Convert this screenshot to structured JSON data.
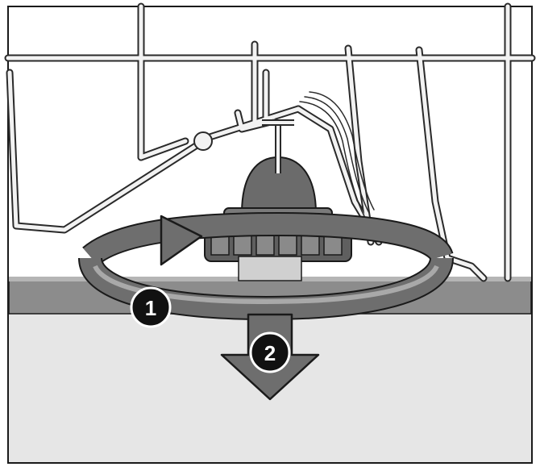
{
  "colors": {
    "background": "#ffffff",
    "frame": "#1a1a1a",
    "rack_wire": "#f2f2f2",
    "rack_outline": "#2a2a2a",
    "wall_fill": "#e6e6e6",
    "ledge_fill": "#8c8c8c",
    "filter_dark": "#6b6b6b",
    "filter_mid": "#8a8a8a",
    "filter_light": "#d0d0d0",
    "arrow_fill": "#6e6e6e",
    "badge_fill": "#111111",
    "badge_text": "#ffffff"
  },
  "steps": [
    {
      "number": "1",
      "action": "rotate"
    },
    {
      "number": "2",
      "action": "pull-down"
    }
  ]
}
